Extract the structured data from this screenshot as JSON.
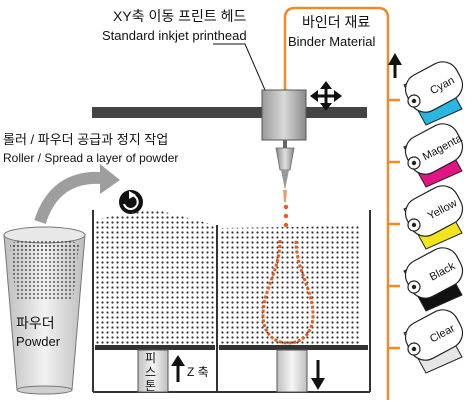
{
  "labels": {
    "printhead_kr": "XY축 이동 프린트 헤드",
    "printhead_en": "Standard inkjet printhead",
    "binder_kr": "바인더 재료",
    "binder_en": "Binder Material",
    "roller_kr": "롤러 / 파우더 공급과 정지 작업",
    "roller_en": "Roller / Spread a layer of powder",
    "powder_kr": "파우더",
    "powder_en": "Powder",
    "piston_1": "피",
    "piston_2": "스",
    "piston_3": "톤",
    "z_axis": "Z 축"
  },
  "cartridges": [
    {
      "label": "Cyan",
      "color": "#29b6e0"
    },
    {
      "label": "Magenta",
      "color": "#e01483"
    },
    {
      "label": "Yellow",
      "color": "#f2e51c"
    },
    {
      "label": "Black",
      "color": "#111111"
    },
    {
      "label": "Clear",
      "color": "#e6e6e6"
    }
  ],
  "colors": {
    "binder_line": "#f08a24",
    "print_part": "#e85a1e",
    "gantry": "#444444"
  }
}
